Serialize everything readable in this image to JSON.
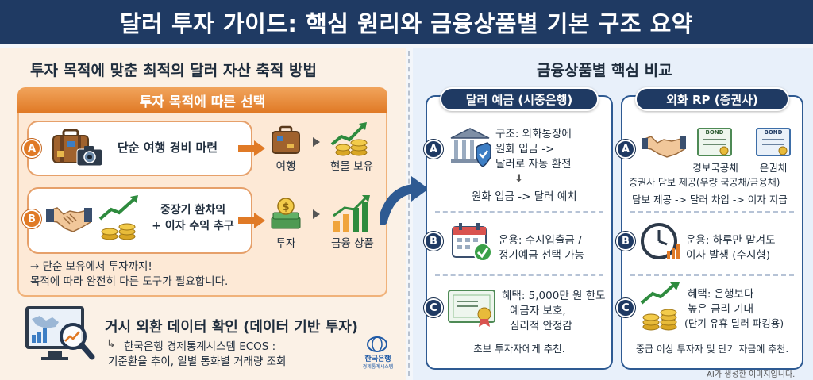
{
  "title": "달러 투자 가이드: 핵심 원리와 금융상품별 기본 구조 요약",
  "left": {
    "heading": "투자 목적에 맞춘 최적의 달러 자산 축적 방법",
    "bar_title": "투자 목적에 따른 선택",
    "row_a": {
      "badge": "A",
      "label": "단순 여행 경비 마련",
      "step1": "여행",
      "step2": "현물 보유"
    },
    "row_b": {
      "badge": "B",
      "label_line1": "중장기 환차익",
      "label_line2": "+ 이자 수익 추구",
      "step1": "투자",
      "step2": "금융 상품"
    },
    "note_line1": "→ 단순 보유에서 투자까지!",
    "note_line2": "목적에 따라 완전히 다른 도구가 필요합니다.",
    "data_title": "거시 외환 데이터 확인 (데이터 기반 투자)",
    "data_line1": "한국은행 경제통계시스템 ECOS :",
    "data_line2": "기준환율 추이, 일별 통화별 거래량 조회",
    "logo_line1": "한국은행",
    "logo_line2": "경제통계시스템"
  },
  "right": {
    "heading": "금융상품별 핵심 비교",
    "deposit": {
      "title": "달러 예금 (시중은행)",
      "a_badge": "A",
      "a_line1": "구조: 외화통장에",
      "a_line2": "원화 입금 ->",
      "a_line3": "달러로 자동 환전",
      "a_flow": "원화 입금 -> 달러 예치",
      "b_badge": "B",
      "b_line1": "운용: 수시입출금 /",
      "b_line2": "정기예금 선택 가능",
      "c_badge": "C",
      "c_line1": "혜택: 5,000만 원 한도",
      "c_line2": "예금자 보호,",
      "c_line3": "심리적 안정감",
      "c_rec": "초보 투자자에게 추천."
    },
    "rp": {
      "title": "외화 RP (증권사)",
      "a_badge": "A",
      "a_bond1": "경보국공채",
      "a_bond2": "은권채",
      "bond_tag": "BOND",
      "a_line1": "증권사 담보 제공(우량 국공채/금융채)",
      "a_line2": "담보 제공 -> 달러 차입 -> 이자 지급",
      "b_badge": "B",
      "b_line1": "운용: 하루만 맡겨도",
      "b_line2": "이자 발생 (수시형)",
      "c_badge": "C",
      "c_line1": "혜택: 은행보다",
      "c_line2": "높은 금리 기대",
      "c_line3": "(단기 유휴 달러 파킹용)",
      "c_rec": "중급 이상 투자자 및 단기 자금에 추천."
    }
  },
  "footer_note": "AI가 생성한 이미지입니다.",
  "colors": {
    "navy": "#1f3a63",
    "orange": "#e07a26",
    "cream": "#fbf1e6",
    "lightblue": "#e8f0fa"
  },
  "icons": [
    "suitcase-icon",
    "camera-icon",
    "handshake-icon",
    "growth-chart-icon",
    "coins-icon",
    "money-stack-icon",
    "bank-icon",
    "shield-icon",
    "calendar-icon",
    "check-icon",
    "certificate-icon",
    "bond-icon",
    "clock-icon",
    "monitor-chart-icon",
    "magnifier-icon"
  ]
}
